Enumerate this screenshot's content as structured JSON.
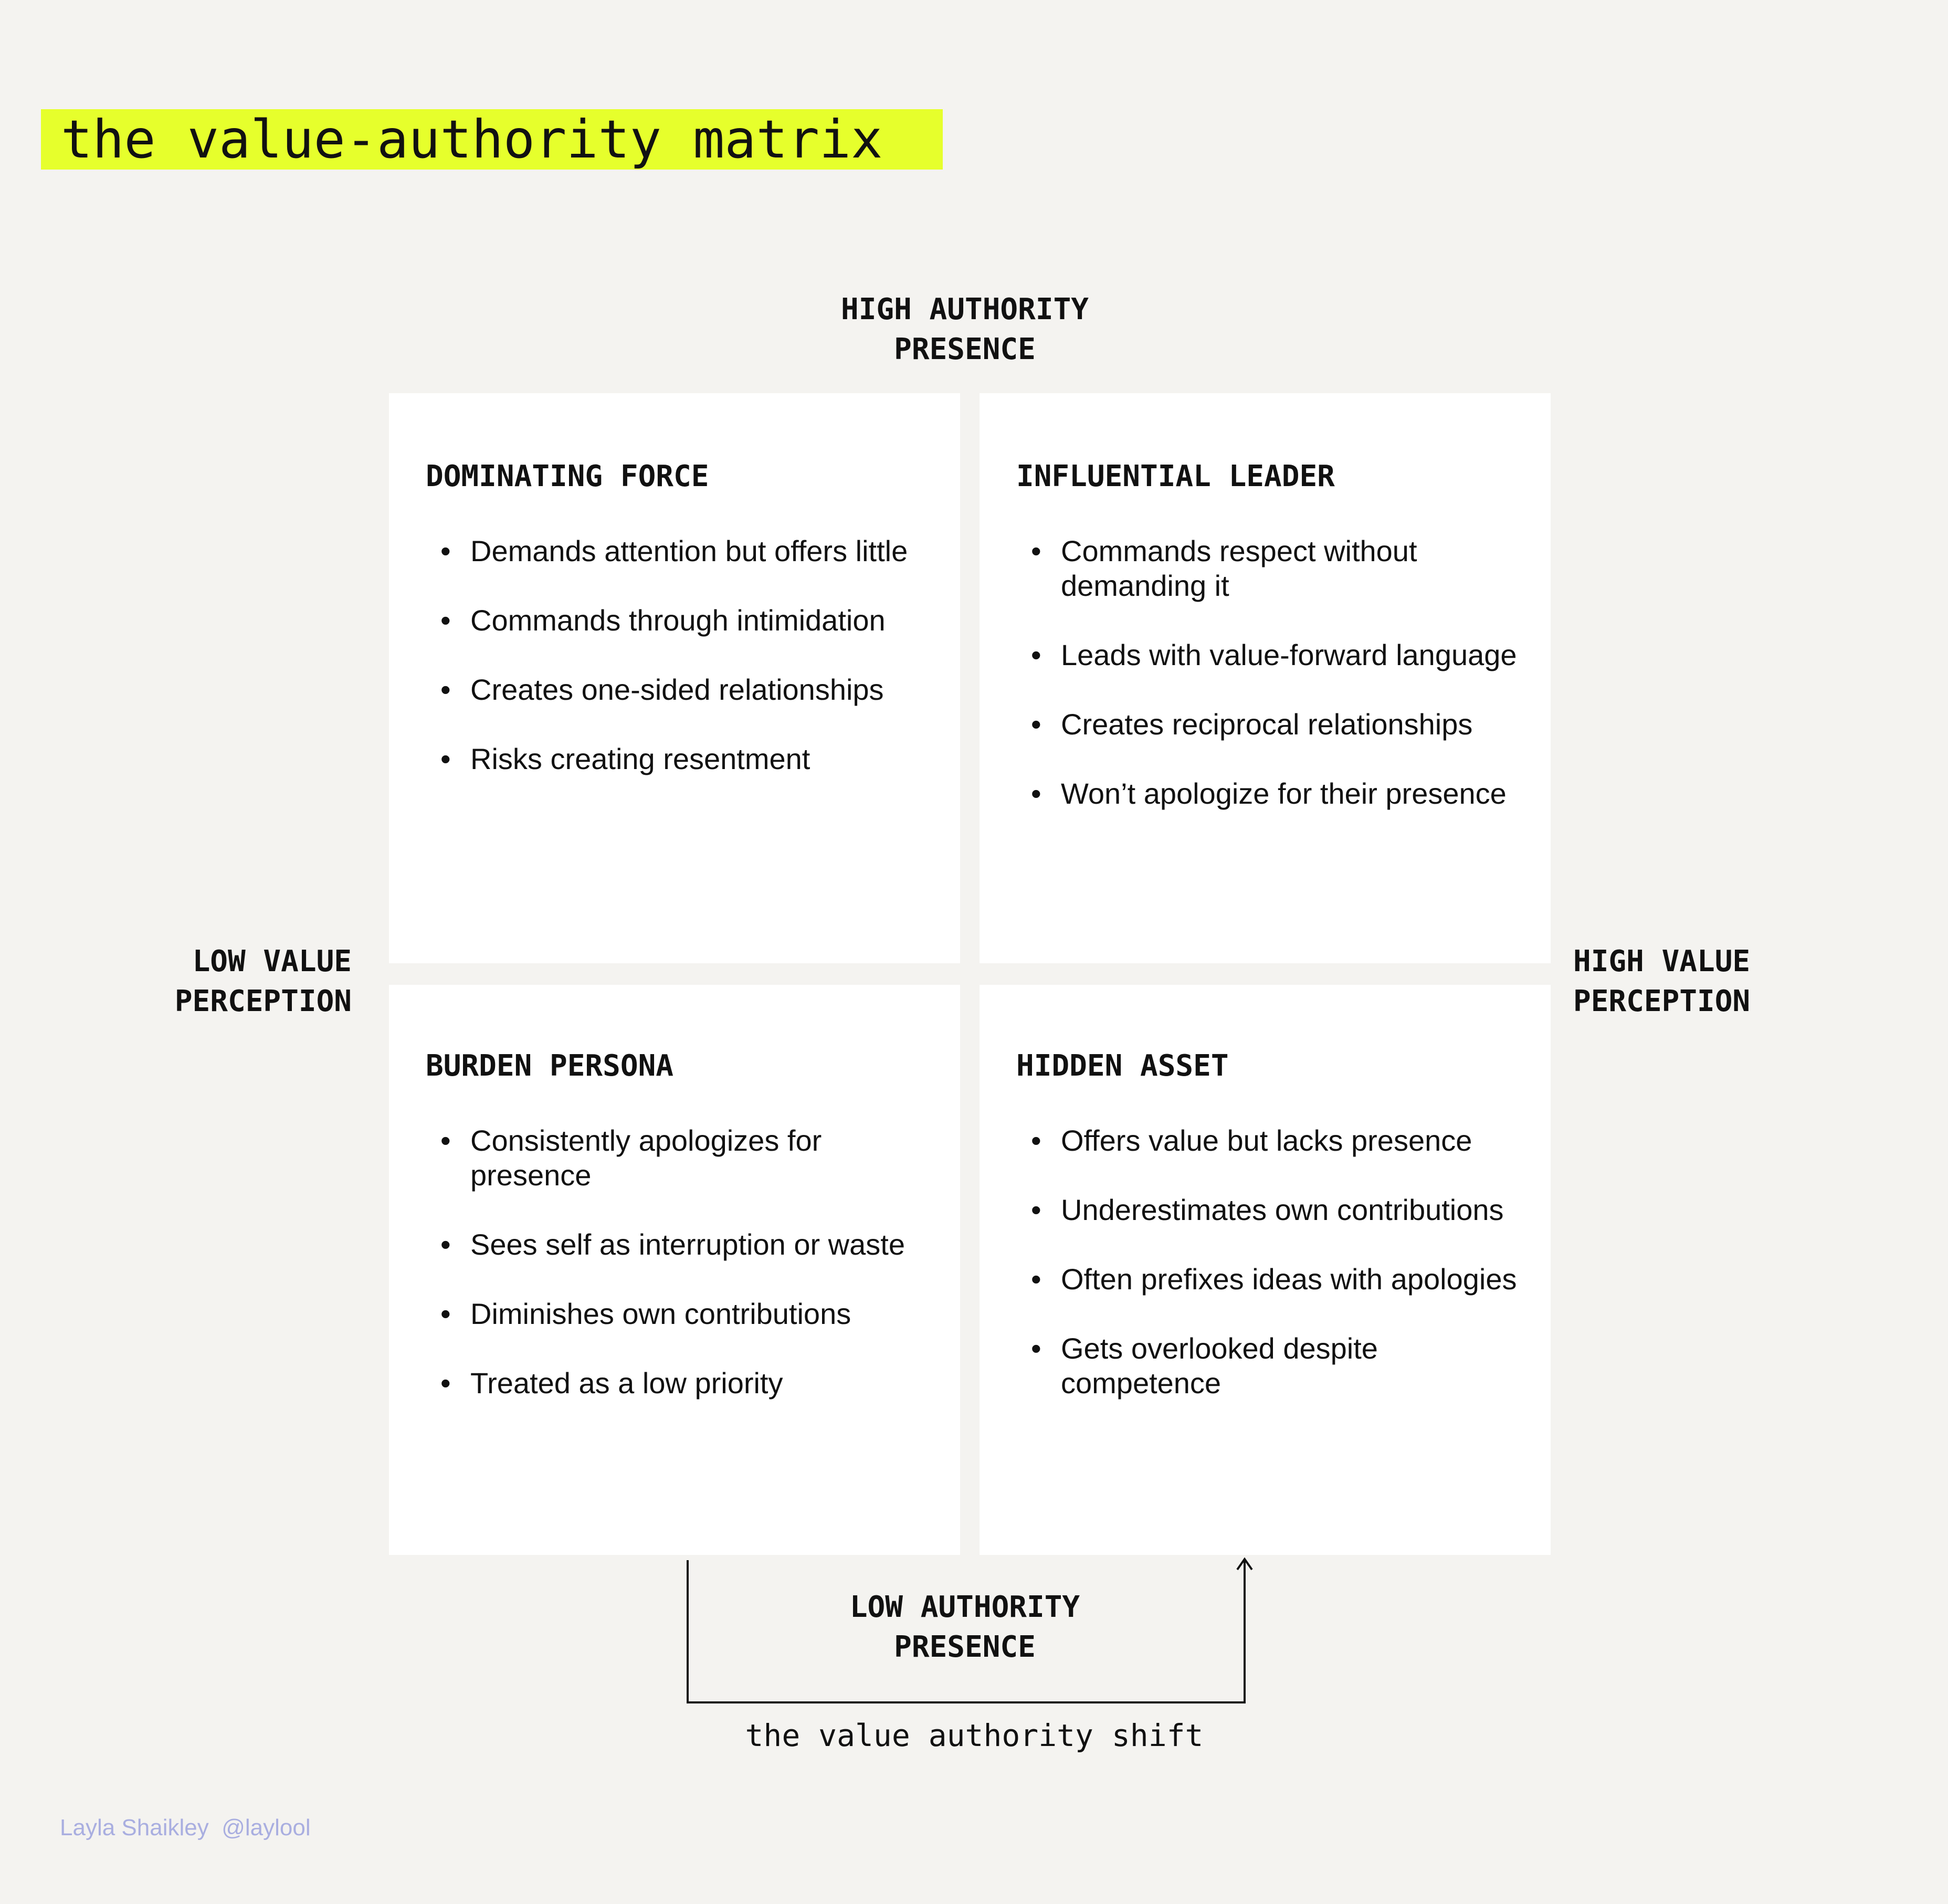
{
  "title": "the value-authority matrix",
  "colors": {
    "background": "#f4f3f0",
    "title_highlight": "#e6ff2c",
    "quadrant_fill": "#ffffff",
    "text": "#111111",
    "credit": "#a9aee0"
  },
  "axes": {
    "top": [
      "HIGH AUTHORITY",
      "PRESENCE"
    ],
    "bottom": [
      "LOW AUTHORITY",
      "PRESENCE"
    ],
    "left": [
      "LOW VALUE",
      "PERCEPTION"
    ],
    "right": [
      "HIGH VALUE",
      "PERCEPTION"
    ]
  },
  "quadrants": {
    "top_left": {
      "title": "DOMINATING FORCE",
      "items": [
        "Demands attention but offers little",
        "Commands through intimidation",
        "Creates one-sided relationships",
        "Risks creating resentment"
      ]
    },
    "top_right": {
      "title": "INFLUENTIAL LEADER",
      "items": [
        "Commands respect without demanding it",
        "Leads with value-forward language",
        "Creates reciprocal relationships",
        "Won’t apologize for their presence"
      ]
    },
    "bottom_left": {
      "title": "BURDEN PERSONA",
      "items": [
        "Consistently apologizes for presence",
        "Sees self as interruption or waste",
        "Diminishes own contributions",
        "Treated as a low priority"
      ]
    },
    "bottom_right": {
      "title": "HIDDEN ASSET",
      "items": [
        "Offers value but lacks presence",
        "Underestimates own contributions",
        "Often prefixes ideas with apologies",
        "Gets overlooked despite competence"
      ]
    }
  },
  "shift_caption": "the value authority shift",
  "bullet": "•",
  "credit": {
    "name": "Layla Shaikley",
    "handle": "@laylool"
  }
}
